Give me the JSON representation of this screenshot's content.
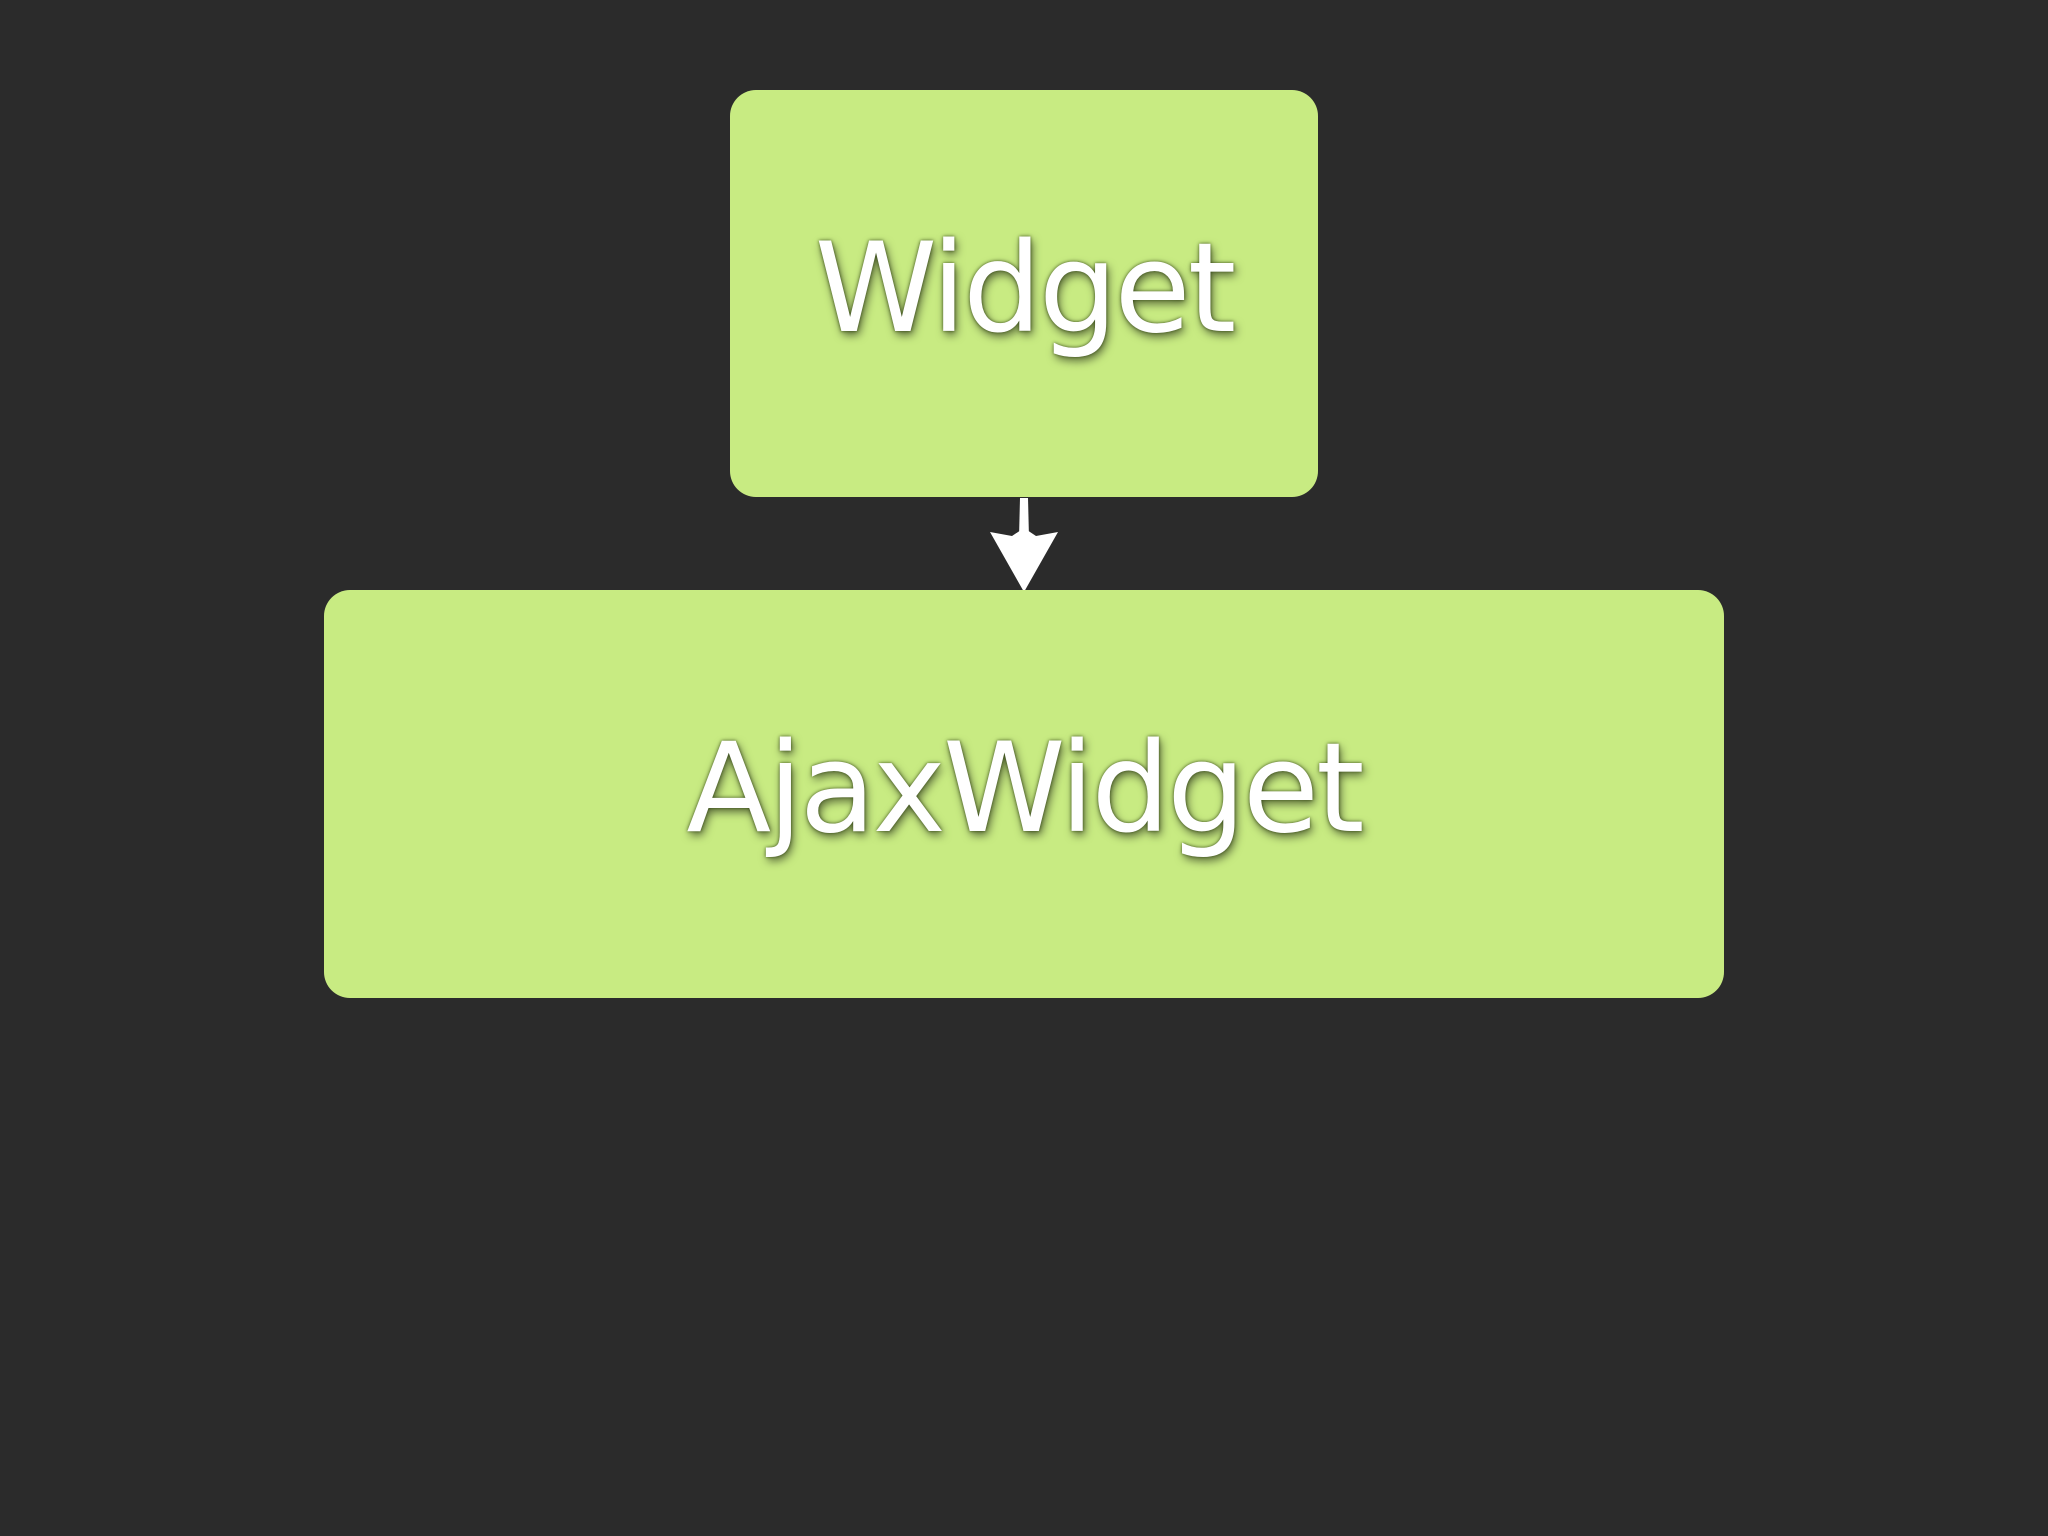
{
  "colors": {
    "background": "#2b2b2b",
    "box_fill": "#c8eb82",
    "text": "#ffffff",
    "arrow": "#ffffff"
  },
  "nodes": [
    {
      "id": "widget",
      "label": "Widget"
    },
    {
      "id": "ajax-widget",
      "label": "AjaxWidget"
    }
  ],
  "edges": [
    {
      "from": "widget",
      "to": "ajax-widget",
      "style": "arrow-down"
    }
  ]
}
